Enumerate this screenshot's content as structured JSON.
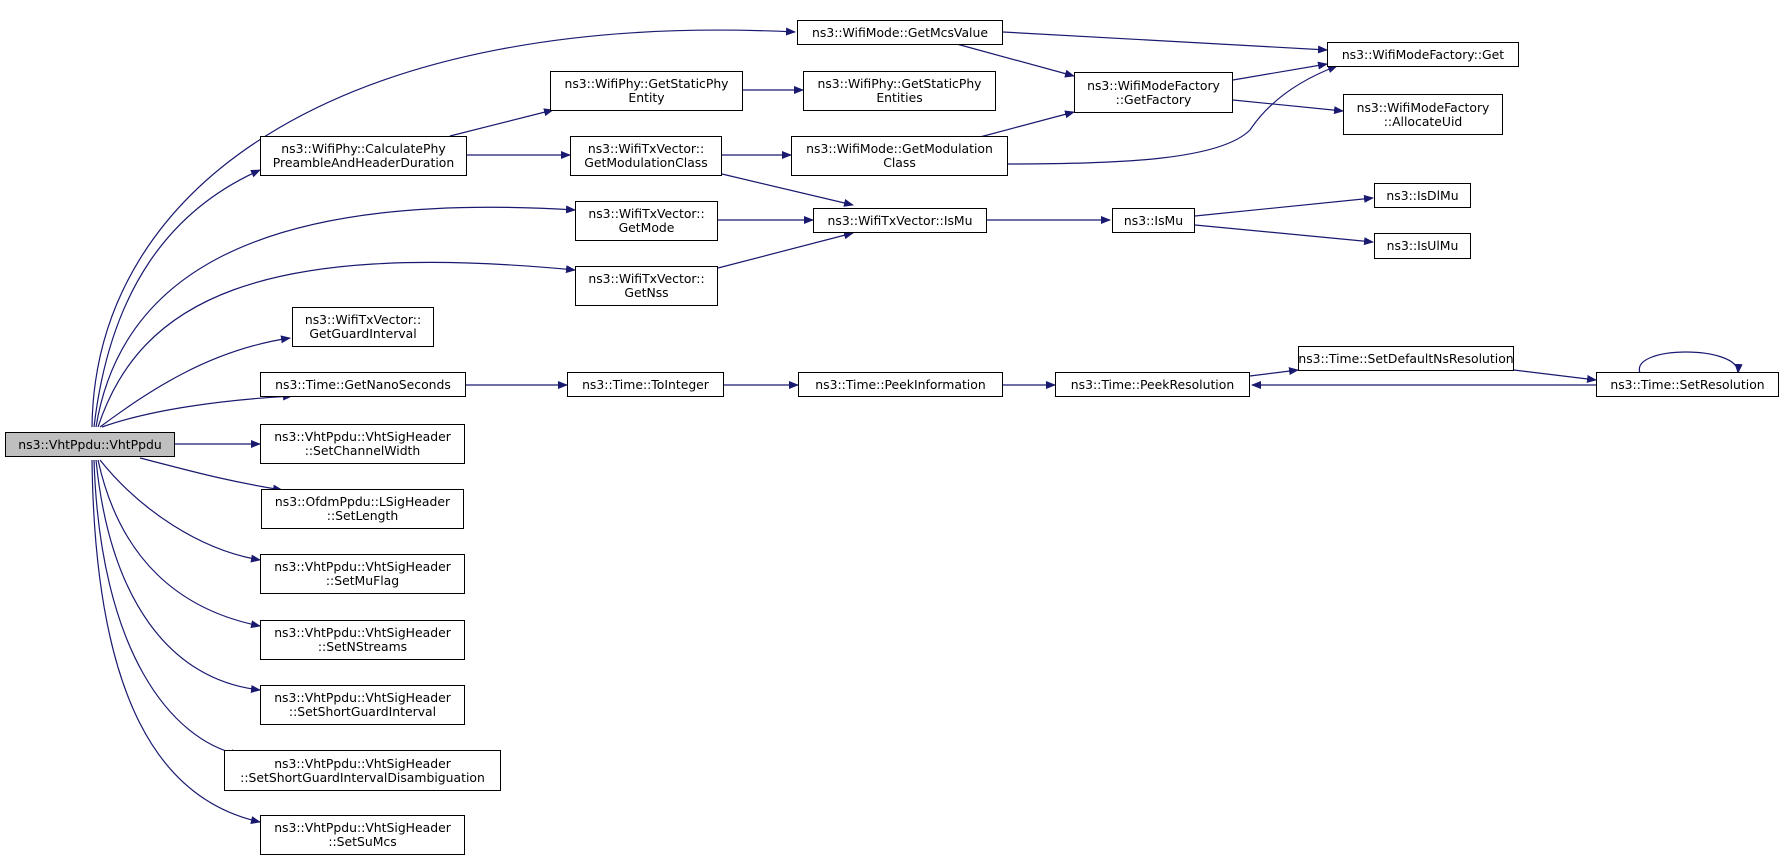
{
  "graph": {
    "edge_color": "#191970",
    "root_fill": "#bfbfbf",
    "nodes": {
      "root": [
        "ns3::VhtPpdu::VhtPpdu"
      ],
      "getMcsValue": [
        "ns3::WifiMode::GetMcsValue"
      ],
      "modeFactoryGet": [
        "ns3::WifiModeFactory::Get"
      ],
      "getFactory": [
        "ns3::WifiModeFactory",
        "::GetFactory"
      ],
      "allocateUid": [
        "ns3::WifiModeFactory",
        "::AllocateUid"
      ],
      "getStaticPhyEntity": [
        "ns3::WifiPhy::GetStaticPhy",
        "Entity"
      ],
      "getStaticPhyEntities": [
        "ns3::WifiPhy::GetStaticPhy",
        "Entities"
      ],
      "calcPreamble": [
        "ns3::WifiPhy::CalculatePhy",
        "PreambleAndHeaderDuration"
      ],
      "txGetModulationClass": [
        "ns3::WifiTxVector::",
        "GetModulationClass"
      ],
      "modeGetModulationClass": [
        "ns3::WifiMode::GetModulation",
        "Class"
      ],
      "txGetMode": [
        "ns3::WifiTxVector::",
        "GetMode"
      ],
      "txIsMu": [
        "ns3::WifiTxVector::IsMu"
      ],
      "isMu": [
        "ns3::IsMu"
      ],
      "isDlMu": [
        "ns3::IsDlMu"
      ],
      "isUlMu": [
        "ns3::IsUlMu"
      ],
      "txGetNss": [
        "ns3::WifiTxVector::",
        "GetNss"
      ],
      "txGetGuardInterval": [
        "ns3::WifiTxVector::",
        "GetGuardInterval"
      ],
      "getNanoSeconds": [
        "ns3::Time::GetNanoSeconds"
      ],
      "toInteger": [
        "ns3::Time::ToInteger"
      ],
      "peekInformation": [
        "ns3::Time::PeekInformation"
      ],
      "peekResolution": [
        "ns3::Time::PeekResolution"
      ],
      "setDefaultNsResolution": [
        "ns3::Time::SetDefaultNsResolution"
      ],
      "setResolution": [
        "ns3::Time::SetResolution"
      ],
      "setChannelWidth": [
        "ns3::VhtPpdu::VhtSigHeader",
        "::SetChannelWidth"
      ],
      "lsigSetLength": [
        "ns3::OfdmPpdu::LSigHeader",
        "::SetLength"
      ],
      "setMuFlag": [
        "ns3::VhtPpdu::VhtSigHeader",
        "::SetMuFlag"
      ],
      "setNStreams": [
        "ns3::VhtPpdu::VhtSigHeader",
        "::SetNStreams"
      ],
      "setShortGuardInterval": [
        "ns3::VhtPpdu::VhtSigHeader",
        "::SetShortGuardInterval"
      ],
      "setShortGuardIntervalDisamb": [
        "ns3::VhtPpdu::VhtSigHeader",
        "::SetShortGuardIntervalDisambiguation"
      ],
      "setSuMcs": [
        "ns3::VhtPpdu::VhtSigHeader",
        "::SetSuMcs"
      ]
    }
  }
}
